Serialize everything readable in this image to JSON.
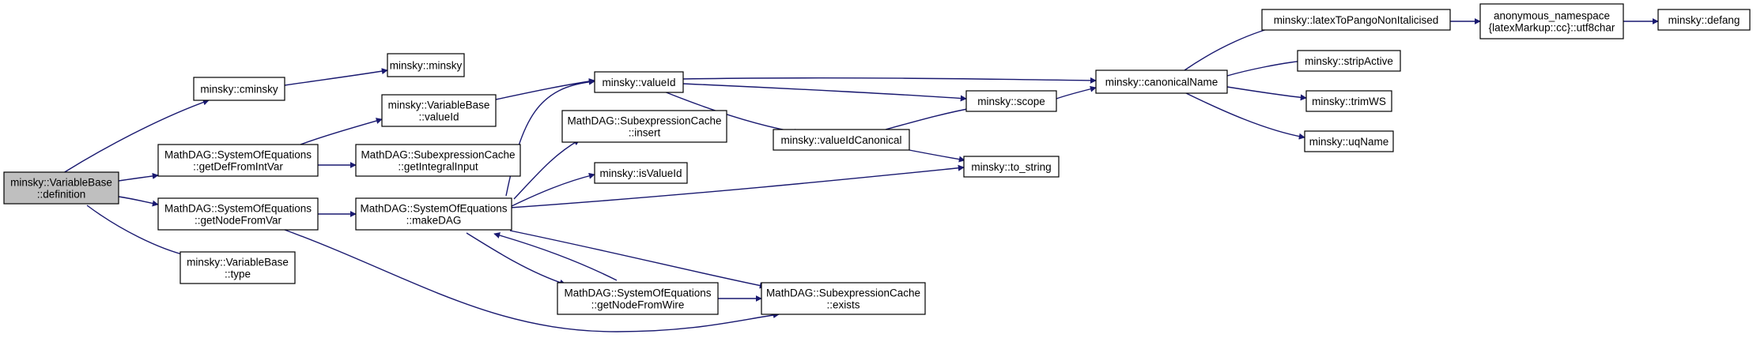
{
  "nodes": {
    "vb_definition": {
      "lines": [
        "minsky::VariableBase",
        "::definition"
      ]
    },
    "cminsky": {
      "lines": [
        "minsky::cminsky"
      ]
    },
    "minsky": {
      "lines": [
        "minsky::minsky"
      ]
    },
    "getDefFromIntVar": {
      "lines": [
        "MathDAG::SystemOfEquations",
        "::getDefFromIntVar"
      ]
    },
    "vb_valueId": {
      "lines": [
        "minsky::VariableBase",
        "::valueId"
      ]
    },
    "getIntegralInput": {
      "lines": [
        "MathDAG::SubexpressionCache",
        "::getIntegralInput"
      ]
    },
    "getNodeFromVar": {
      "lines": [
        "MathDAG::SystemOfEquations",
        "::getNodeFromVar"
      ]
    },
    "makeDAG": {
      "lines": [
        "MathDAG::SystemOfEquations",
        "::makeDAG"
      ]
    },
    "vb_type": {
      "lines": [
        "minsky::VariableBase",
        "::type"
      ]
    },
    "valueId": {
      "lines": [
        "minsky::valueId"
      ]
    },
    "sc_insert": {
      "lines": [
        "MathDAG::SubexpressionCache",
        "::insert"
      ]
    },
    "isValueId": {
      "lines": [
        "minsky::isValueId"
      ]
    },
    "getNodeFromWire": {
      "lines": [
        "MathDAG::SystemOfEquations",
        "::getNodeFromWire"
      ]
    },
    "sc_exists": {
      "lines": [
        "MathDAG::SubexpressionCache",
        "::exists"
      ]
    },
    "valueIdCanonical": {
      "lines": [
        "minsky::valueIdCanonical"
      ]
    },
    "scope": {
      "lines": [
        "minsky::scope"
      ]
    },
    "to_string": {
      "lines": [
        "minsky::to_string"
      ]
    },
    "canonicalName": {
      "lines": [
        "minsky::canonicalName"
      ]
    },
    "latexToPango": {
      "lines": [
        "minsky::latexToPangoNonItalicised"
      ]
    },
    "utf8char": {
      "lines": [
        "anonymous_namespace",
        "{latexMarkup::cc}::utf8char"
      ]
    },
    "defang": {
      "lines": [
        "minsky::defang"
      ]
    },
    "stripActive": {
      "lines": [
        "minsky::stripActive"
      ]
    },
    "trimWS": {
      "lines": [
        "minsky::trimWS"
      ]
    },
    "uqName": {
      "lines": [
        "minsky::uqName"
      ]
    }
  },
  "colors": {
    "edge": "#191970",
    "root_fill": "#bfbfbf",
    "node_fill": "#ffffff",
    "border": "#000000"
  }
}
